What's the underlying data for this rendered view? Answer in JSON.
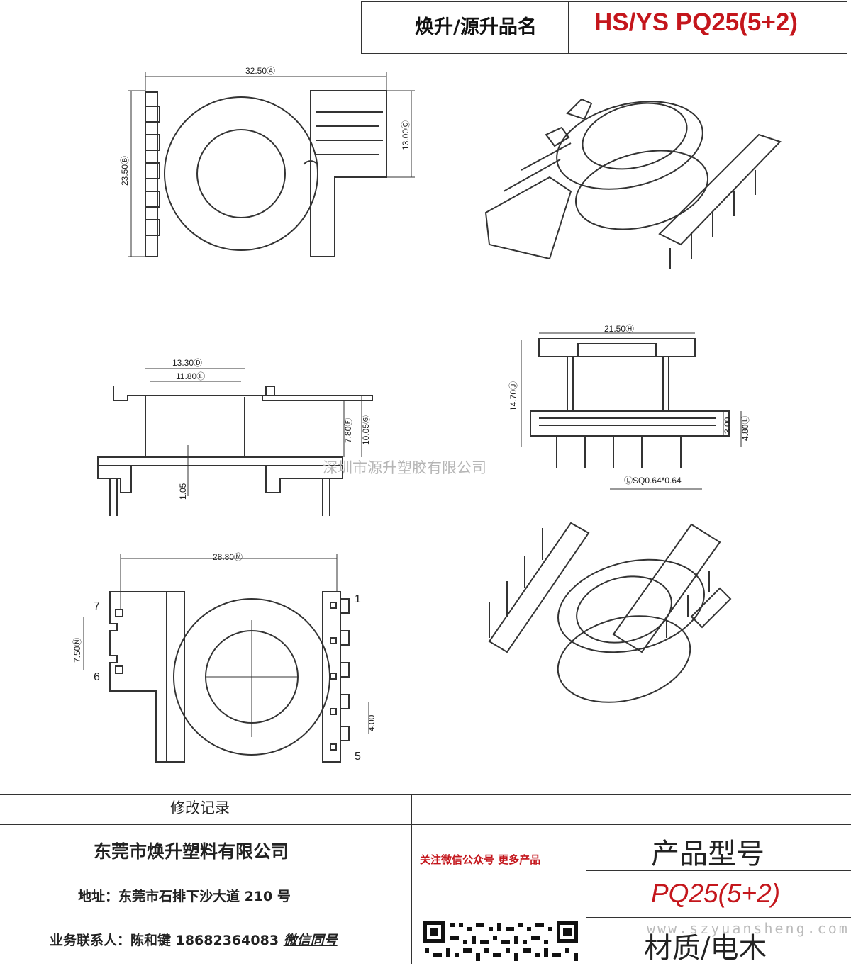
{
  "header": {
    "label": "焕升/源升品名",
    "model": "HS/YS PQ25(5+2)"
  },
  "watermark": "深圳市源升塑胶有限公司",
  "drawing": {
    "dims": {
      "a": "32.50Ⓐ",
      "b": "23.50Ⓑ",
      "c": "13.00Ⓒ",
      "d": "13.30Ⓓ",
      "e": "11.80Ⓔ",
      "f": "7.80Ⓕ",
      "g": "10.05Ⓖ",
      "h": "1.05",
      "i": "21.50Ⓗ",
      "j": "14.70Ⓙ",
      "k": "3.00",
      "l": "4.80Ⓛ",
      "m": "28.80Ⓜ",
      "n": "7.50Ⓝ",
      "o": "4.00",
      "pin": "ⓁSQ0.64*0.64"
    },
    "pins": {
      "p1": "1",
      "p5": "5",
      "p6": "6",
      "p7": "7"
    }
  },
  "bottom": {
    "revision_label": "修改记录",
    "company_name": "东莞市焕升塑料有限公司",
    "address": "地址：东莞市石排下沙大道 210 号",
    "contact_prefix": "业务联系人：陈和键 18682364083 ",
    "contact_wechat": "微信同号",
    "wechat_promo": "关注微信公众号 更多产品",
    "product_type_label": "产品型号",
    "product_type_value": "PQ25(5+2)",
    "material_label": "材质/电木",
    "website": "www.szyuansheng.com"
  },
  "colors": {
    "accent_red": "#c4161c",
    "line": "#333333"
  }
}
